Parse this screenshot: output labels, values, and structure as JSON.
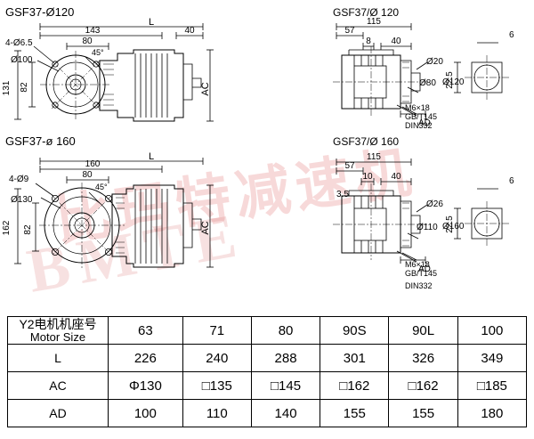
{
  "drawings": [
    {
      "id": "top-left",
      "title": "GSF37-Ø120",
      "dims": [
        "143",
        "40",
        "80",
        "L",
        "45°",
        "4-Ø6.5",
        "Ø100",
        "131",
        "82",
        "AC"
      ]
    },
    {
      "id": "top-right",
      "title": "GSF37/Ø 120",
      "dims": [
        "57",
        "115",
        "8",
        "40",
        "Ø20",
        "Ø80",
        "Ø120",
        "22.5",
        "6",
        "AD",
        "M6×18",
        "GB/T145",
        "DIN332"
      ]
    },
    {
      "id": "bottom-left",
      "title": "GSF37-ø 160",
      "dims": [
        "160",
        "L",
        "80",
        "45°",
        "4-Ø9",
        "Ø130",
        "162",
        "82",
        "AC"
      ]
    },
    {
      "id": "bottom-right",
      "title": "GSF37/Ø 160",
      "dims": [
        "57",
        "115",
        "10",
        "40",
        "3.5",
        "Ø26",
        "Ø110",
        "Ø160",
        "22.5",
        "6",
        "AD",
        "M6×18",
        "GB/T145",
        "DIN332"
      ]
    }
  ],
  "watermark": {
    "line1": "比玛特减速机",
    "line2": "BMTE"
  },
  "table": {
    "rows": [
      {
        "header_cn": "Y2电机机座号",
        "header_en": "Motor Size",
        "cells": [
          "63",
          "71",
          "80",
          "90S",
          "90L",
          "100"
        ]
      },
      {
        "header_cn": "L",
        "header_en": "",
        "cells": [
          "226",
          "240",
          "288",
          "301",
          "326",
          "349"
        ]
      },
      {
        "header_cn": "AC",
        "header_en": "",
        "cells": [
          "Φ130",
          "□135",
          "□145",
          "□162",
          "□162",
          "□185"
        ]
      },
      {
        "header_cn": "AD",
        "header_en": "",
        "cells": [
          "100",
          "110",
          "140",
          "155",
          "155",
          "180"
        ]
      }
    ]
  }
}
